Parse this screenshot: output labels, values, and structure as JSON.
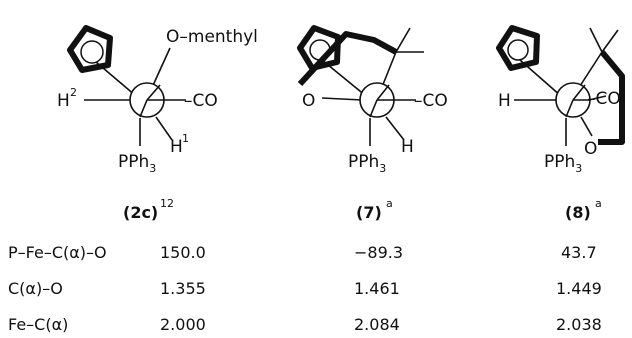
{
  "structures": [
    {
      "id": "2c",
      "compound_label": "(2c)",
      "reference": "12",
      "labels": {
        "omenthyl": "O–menthyl",
        "h2": "H",
        "h2_sup": "2",
        "co": "–CO",
        "h1": "H",
        "h1_sup": "1",
        "pph3": "PPh",
        "pph3_sub": "3"
      }
    },
    {
      "id": "7",
      "compound_label": "(7)",
      "footnote": "a",
      "labels": {
        "o": "O",
        "co": "–CO",
        "h": "H",
        "pph3": "PPh",
        "pph3_sub": "3"
      }
    },
    {
      "id": "8",
      "compound_label": "(8)",
      "footnote": "a",
      "labels": {
        "h": "H",
        "co": "–CO",
        "o": "O",
        "pph3": "PPh",
        "pph3_sub": "3"
      }
    }
  ],
  "table": {
    "rows": [
      {
        "label": "P–Fe–C(α)–O",
        "values": [
          "150.0",
          "−89.3",
          "43.7"
        ]
      },
      {
        "label": "C(α)–O",
        "values": [
          "1.355",
          "1.461",
          "1.449"
        ]
      },
      {
        "label": "Fe–C(α)",
        "values": [
          "2.000",
          "2.084",
          "2.038"
        ]
      }
    ]
  }
}
